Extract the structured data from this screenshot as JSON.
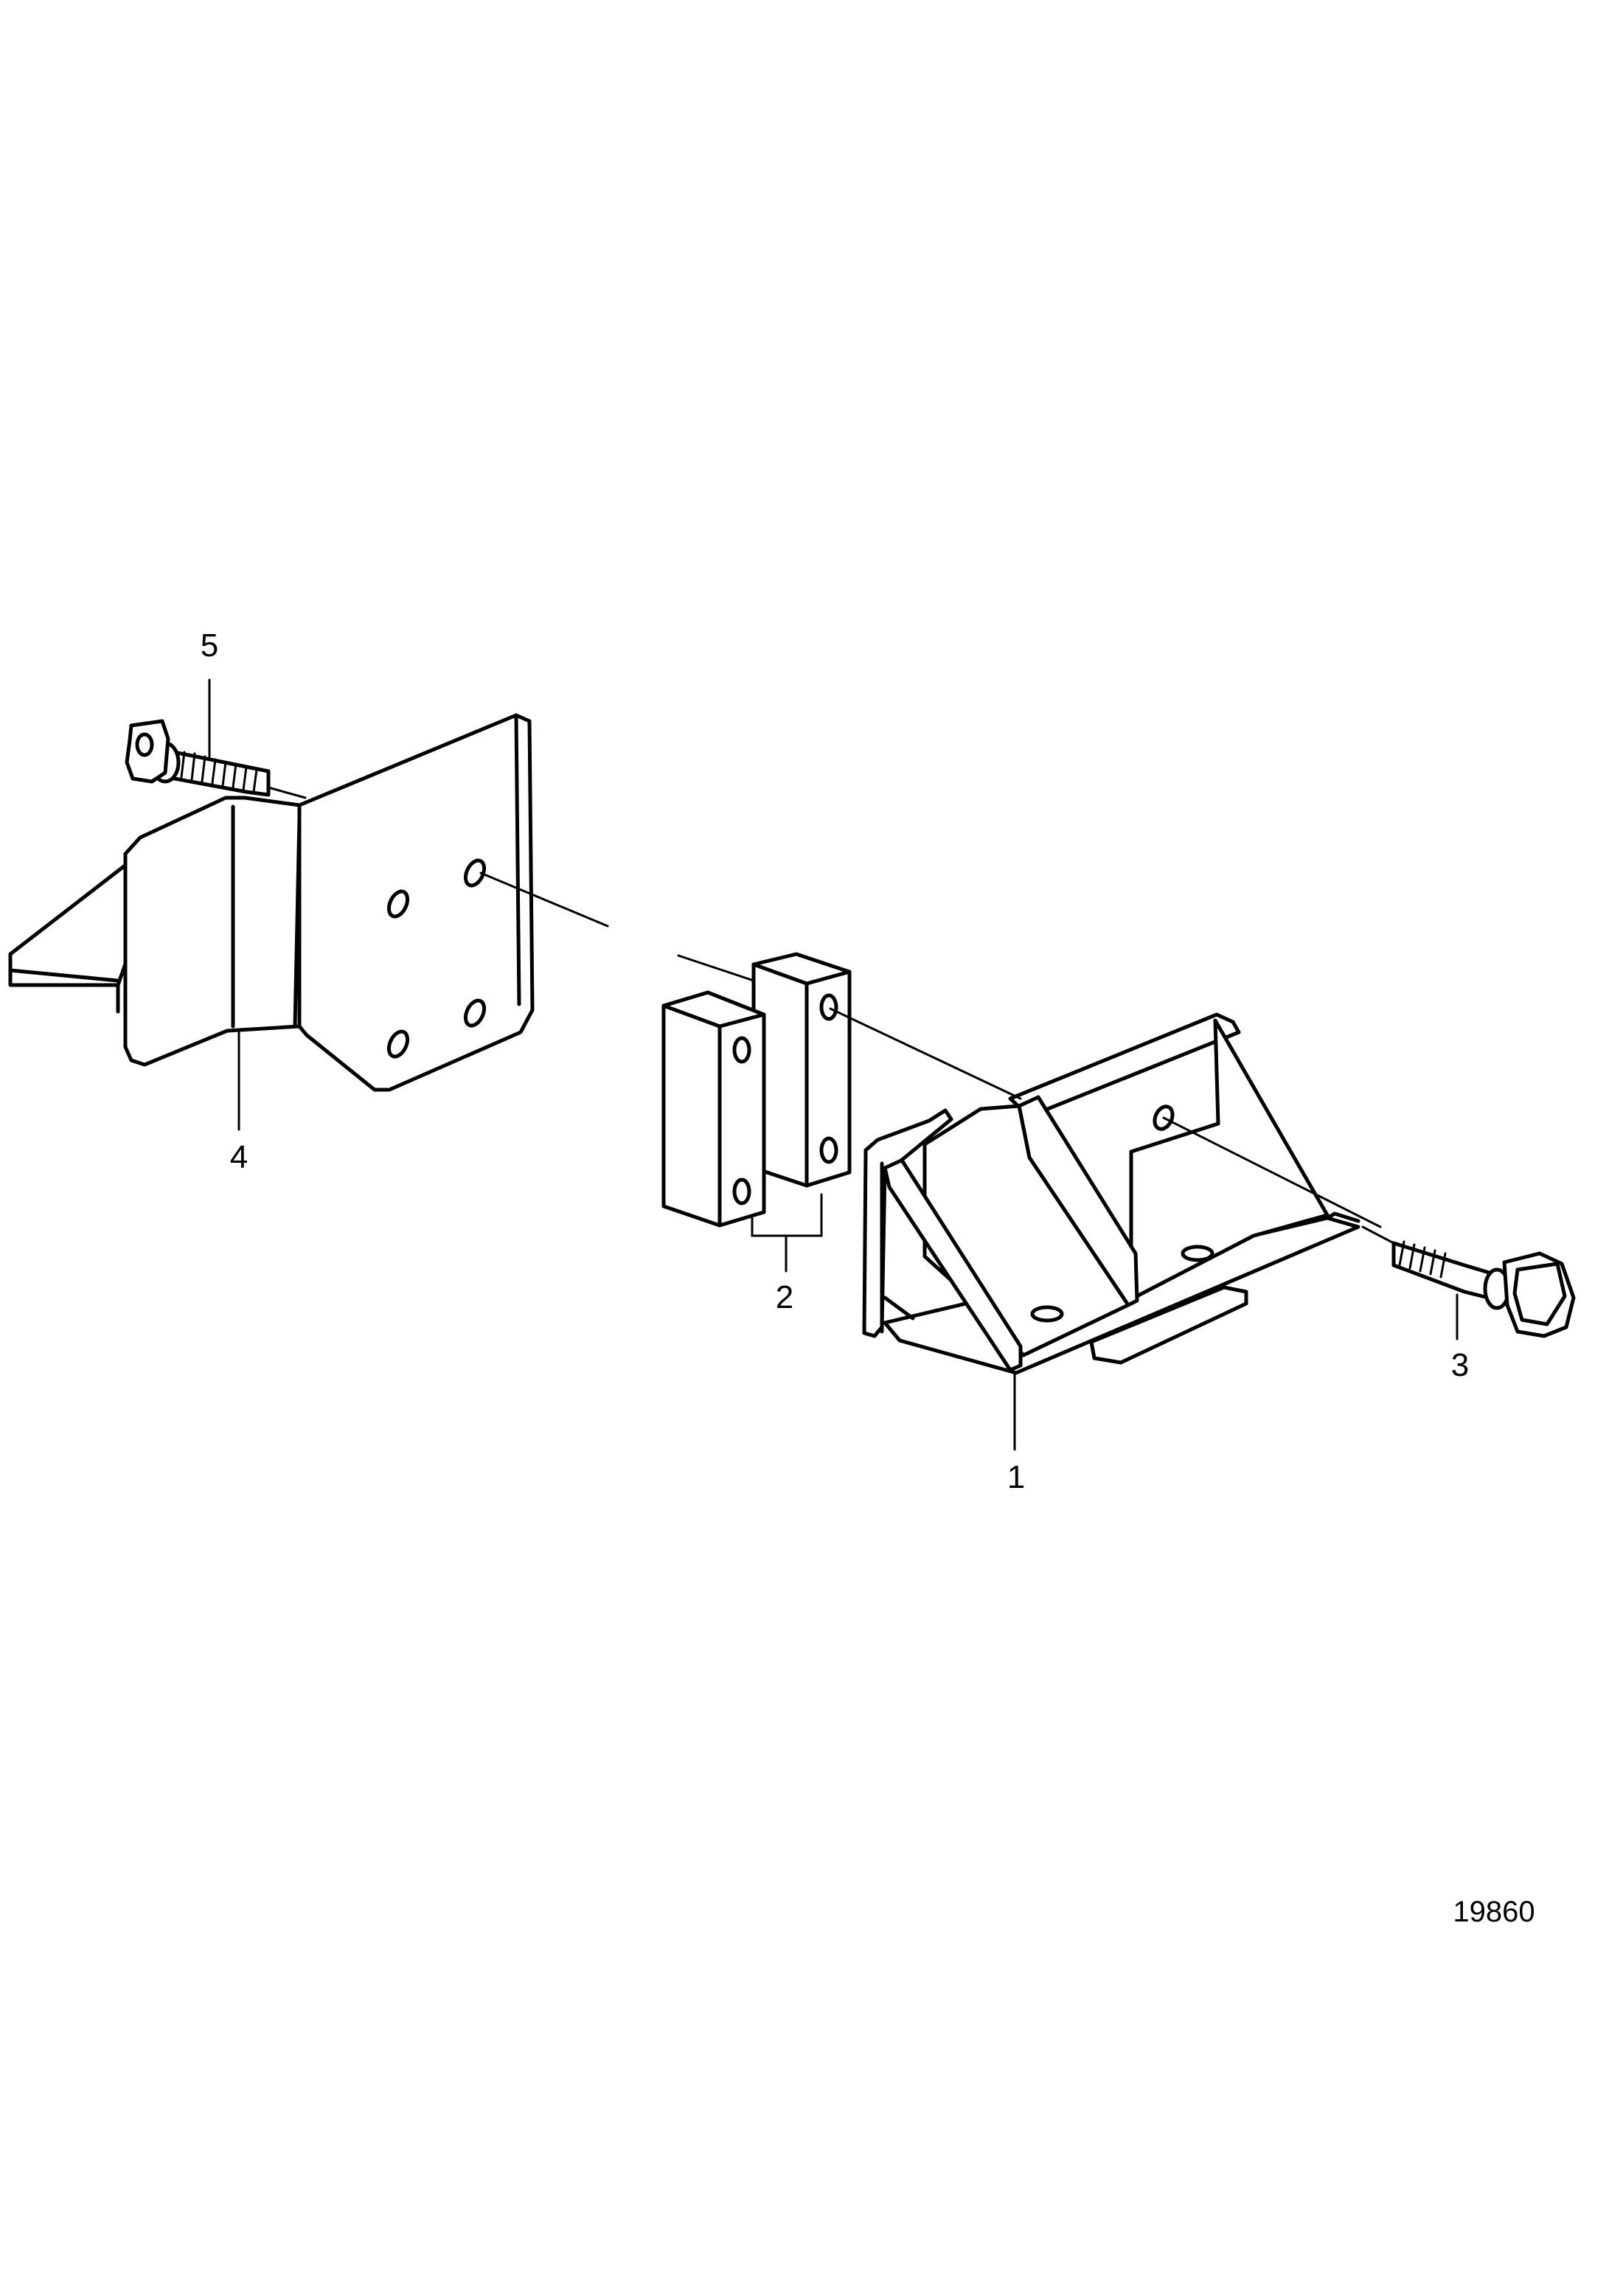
{
  "figure_number": "19860",
  "callouts": {
    "bracket_main": "1",
    "spacer_blocks": "2",
    "screw_right": "3",
    "bracket_left": "4",
    "screw_left": "5"
  }
}
